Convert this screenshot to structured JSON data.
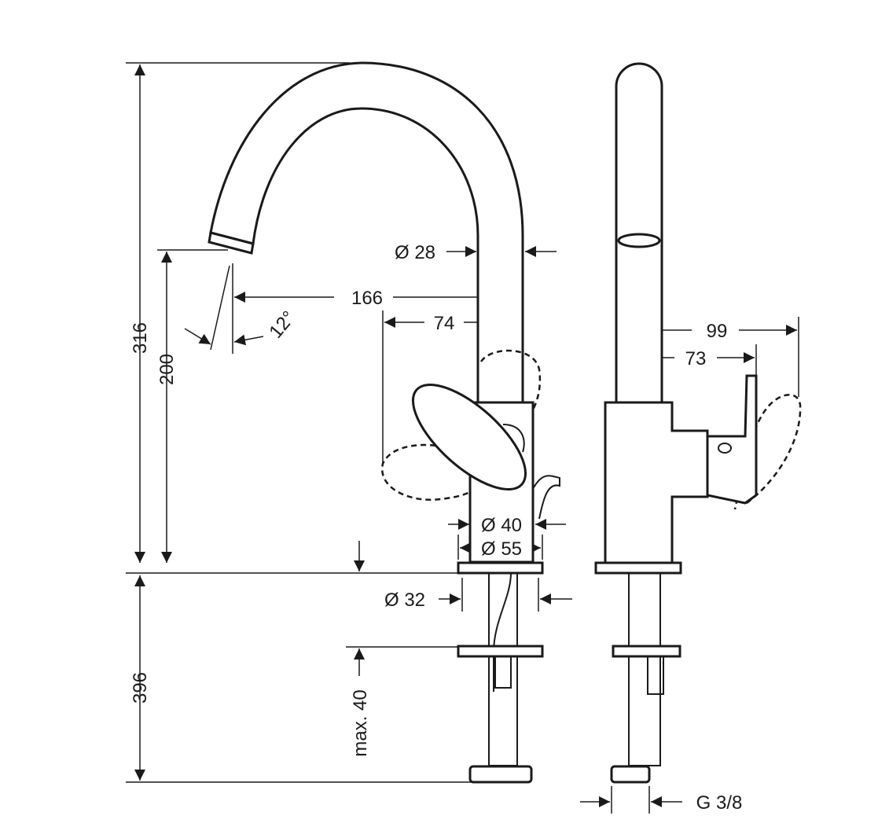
{
  "drawing": {
    "dimensions": {
      "total_height": "316",
      "spout_height": "200",
      "below_deck": "396",
      "max_thickness": "max. 40",
      "spout_reach": "166",
      "handle_reach": "74",
      "angle": "12°",
      "spout_diameter": "Ø 28",
      "body_diameter": "Ø 40",
      "base_diameter": "Ø 55",
      "hole_diameter": "Ø 32",
      "side_depth_outer": "99",
      "side_depth_inner": "73",
      "thread": "G 3/8"
    },
    "colors": {
      "line": "#1a1a1a",
      "background": "#ffffff"
    }
  }
}
